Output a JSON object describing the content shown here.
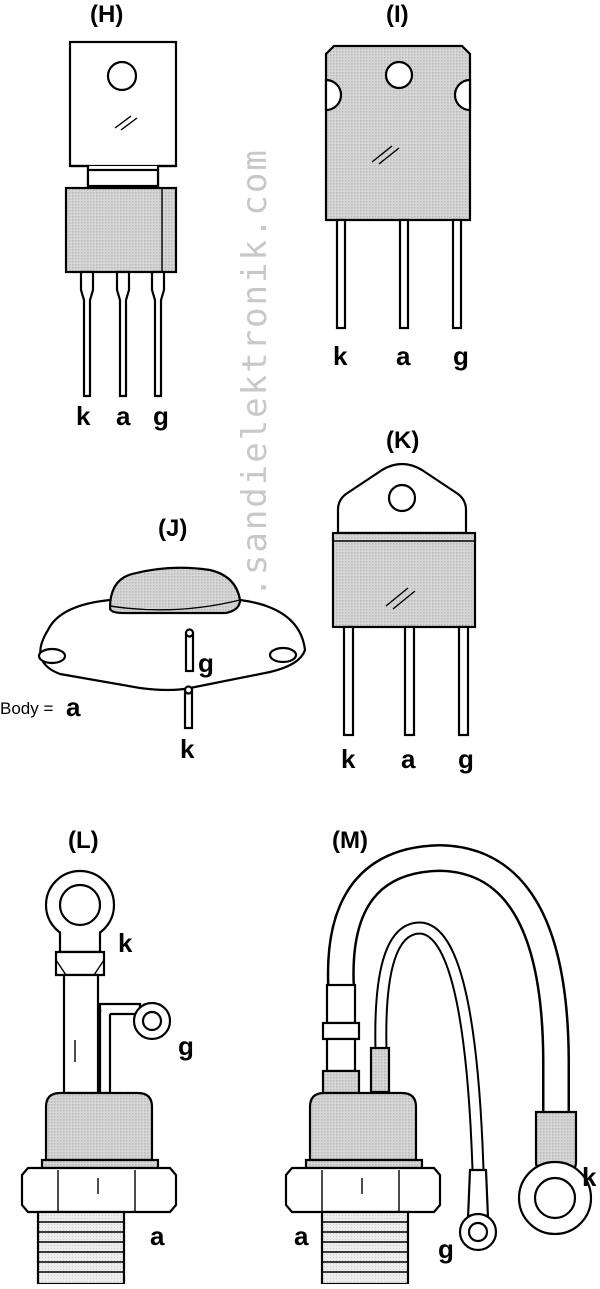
{
  "watermark": "www.sandielektronik.com",
  "packages": {
    "H": {
      "label": "(H)",
      "pins": [
        "k",
        "a",
        "g"
      ]
    },
    "I": {
      "label": "(I)",
      "pins": [
        "k",
        "a",
        "g"
      ]
    },
    "J": {
      "label": "(J)",
      "pins": [
        "g",
        "k"
      ],
      "body_note": "Body =",
      "body_pin": "a"
    },
    "K": {
      "label": "(K)",
      "pins": [
        "k",
        "a",
        "g"
      ]
    },
    "L": {
      "label": "(L)",
      "pins": [
        "k",
        "g",
        "a"
      ]
    },
    "M": {
      "label": "(M)",
      "pins": [
        "a",
        "g",
        "k"
      ]
    }
  },
  "colors": {
    "shade": "#cfcfcf",
    "outline": "#000000",
    "watermark": "#c8c8c8"
  }
}
